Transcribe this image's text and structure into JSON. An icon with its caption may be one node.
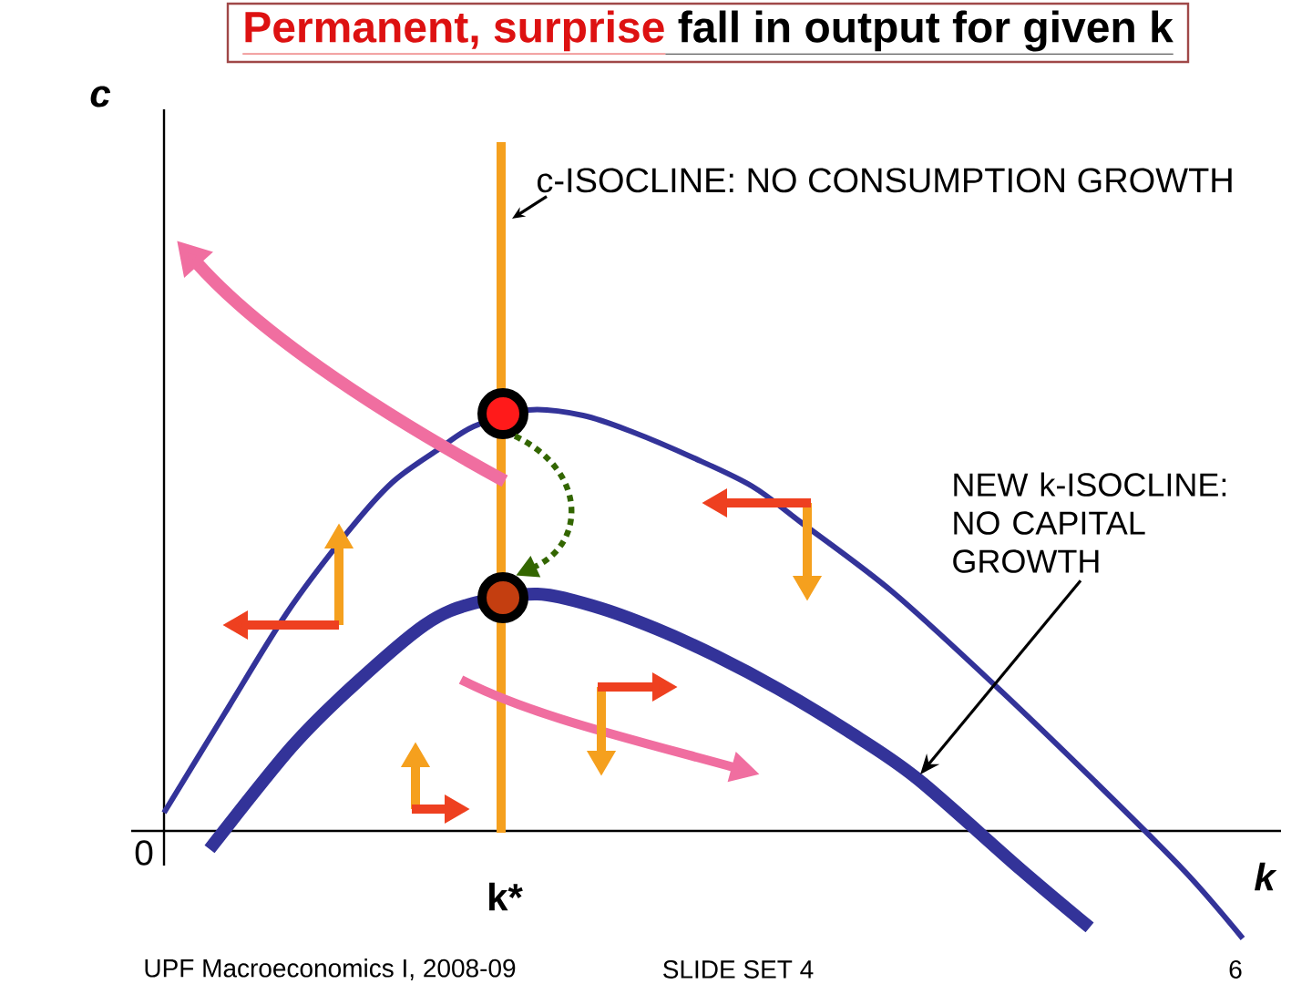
{
  "diagram": {
    "nodes": [
      {
        "text": [
          "Permanent, surprise",
          "fall in output for given k"
        ]
      },
      {
        "text": [
          "c-ISOCLINE: NO CONSUMPTION GROWTH"
        ]
      },
      {
        "text": [
          "NEW k-ISOCLINE: NO CAPITAL GROWTH"
        ]
      },
      {
        "text": [],
        "shape": "circle"
      },
      {
        "text": [],
        "shape": "circle"
      }
    ],
    "edges": [
      {
        "from": 1,
        "to": null,
        "arrow": "to"
      },
      {
        "from": 2,
        "to": null,
        "arrow": "to"
      },
      {
        "from": 3,
        "to": 4,
        "arrow": "to",
        "style": "dashed",
        "color": "#336600"
      }
    ],
    "labels": [
      "c",
      "0",
      "k*",
      "k",
      "UPF Macroeconomics I, 2008-09",
      "SLIDE SET 4",
      "6"
    ]
  }
}
